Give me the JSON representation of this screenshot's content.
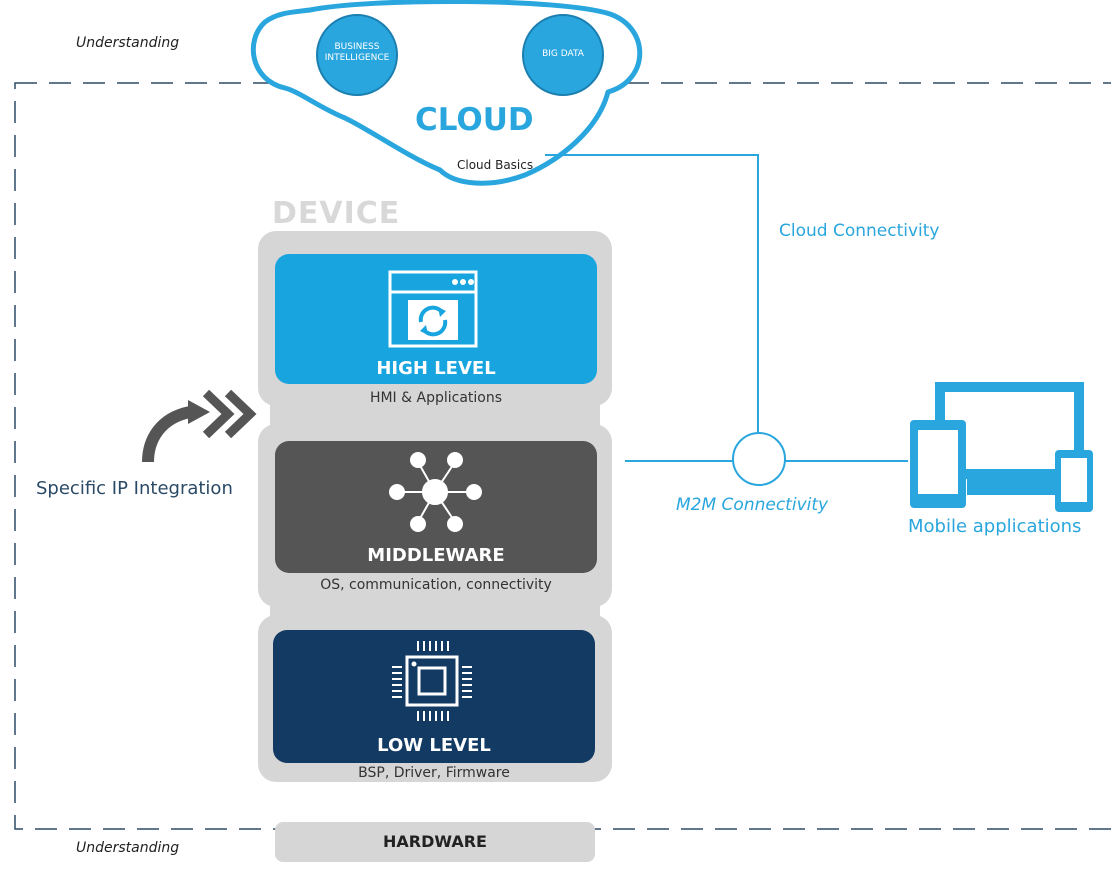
{
  "header": {
    "understanding_top": "Understanding",
    "understanding_bottom": "Understanding"
  },
  "cloud": {
    "title": "CLOUD",
    "subtitle": "Cloud Basics",
    "bubble_1": [
      "BUSINESS",
      "INTELLIGENCE"
    ],
    "bubble_2": "BIG DATA"
  },
  "device": {
    "title": "DEVICE",
    "high": {
      "title": "HIGH LEVEL",
      "subtitle": "HMI & Applications"
    },
    "middle": {
      "title": "MIDDLEWARE",
      "subtitle": "OS, communication, connectivity"
    },
    "low": {
      "title": "LOW LEVEL",
      "subtitle": "BSP, Driver, Firmware"
    }
  },
  "labels": {
    "specific_ip": "Specific IP Integration",
    "cloud_connectivity": "Cloud Connectivity",
    "m2m": "M2M Connectivity",
    "mobile": "Mobile applications"
  },
  "hardware": {
    "label": "HARDWARE"
  },
  "colors": {
    "accent_blue": "#2aa6de",
    "high_level": "#17a4df",
    "middleware": "#555555",
    "low_level": "#133a63",
    "device_bg": "#d6d6d6",
    "dash": "#2b4a66"
  }
}
